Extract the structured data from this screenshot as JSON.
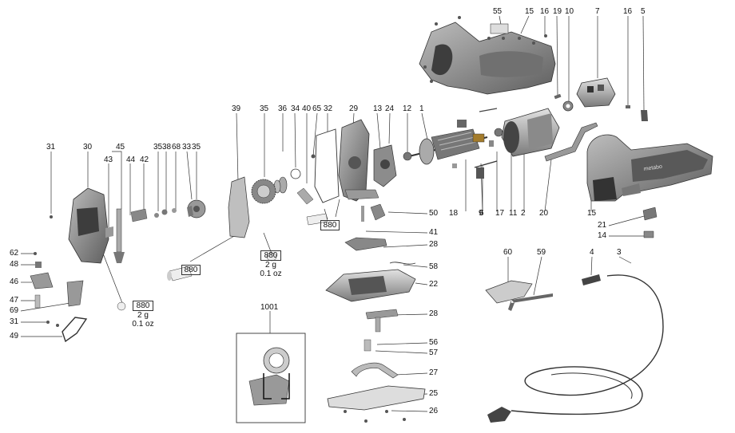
{
  "callouts": [
    {
      "id": "55",
      "label": "55"
    },
    {
      "id": "15a",
      "label": "15"
    },
    {
      "id": "16a",
      "label": "16"
    },
    {
      "id": "19",
      "label": "19"
    },
    {
      "id": "10",
      "label": "10"
    },
    {
      "id": "7",
      "label": "7"
    },
    {
      "id": "16b",
      "label": "16"
    },
    {
      "id": "5",
      "label": "5"
    },
    {
      "id": "39",
      "label": "39"
    },
    {
      "id": "35a",
      "label": "35"
    },
    {
      "id": "36",
      "label": "36"
    },
    {
      "id": "34",
      "label": "34"
    },
    {
      "id": "40",
      "label": "40"
    },
    {
      "id": "65",
      "label": "65"
    },
    {
      "id": "32",
      "label": "32"
    },
    {
      "id": "29",
      "label": "29"
    },
    {
      "id": "13",
      "label": "13"
    },
    {
      "id": "24",
      "label": "24"
    },
    {
      "id": "12",
      "label": "12"
    },
    {
      "id": "1",
      "label": "1"
    },
    {
      "id": "31a",
      "label": "31"
    },
    {
      "id": "30",
      "label": "30"
    },
    {
      "id": "45",
      "label": "45"
    },
    {
      "id": "35b",
      "label": "35"
    },
    {
      "id": "38",
      "label": "38"
    },
    {
      "id": "68",
      "label": "68"
    },
    {
      "id": "33",
      "label": "33"
    },
    {
      "id": "35c",
      "label": "35"
    },
    {
      "id": "43",
      "label": "43"
    },
    {
      "id": "44",
      "label": "44"
    },
    {
      "id": "42",
      "label": "42"
    },
    {
      "id": "6",
      "label": "6"
    },
    {
      "id": "11",
      "label": "11"
    },
    {
      "id": "2",
      "label": "2"
    },
    {
      "id": "18",
      "label": "18"
    },
    {
      "id": "9",
      "label": "9"
    },
    {
      "id": "17",
      "label": "17"
    },
    {
      "id": "20",
      "label": "20"
    },
    {
      "id": "15b",
      "label": "15"
    },
    {
      "id": "21",
      "label": "21"
    },
    {
      "id": "14",
      "label": "14"
    },
    {
      "id": "50",
      "label": "50"
    },
    {
      "id": "41",
      "label": "41"
    },
    {
      "id": "28a",
      "label": "28"
    },
    {
      "id": "58",
      "label": "58"
    },
    {
      "id": "22",
      "label": "22"
    },
    {
      "id": "28b",
      "label": "28"
    },
    {
      "id": "56",
      "label": "56"
    },
    {
      "id": "57",
      "label": "57"
    },
    {
      "id": "27",
      "label": "27"
    },
    {
      "id": "25",
      "label": "25"
    },
    {
      "id": "26",
      "label": "26"
    },
    {
      "id": "62",
      "label": "62"
    },
    {
      "id": "48",
      "label": "48"
    },
    {
      "id": "46",
      "label": "46"
    },
    {
      "id": "47",
      "label": "47"
    },
    {
      "id": "69",
      "label": "69"
    },
    {
      "id": "31b",
      "label": "31"
    },
    {
      "id": "49",
      "label": "49"
    },
    {
      "id": "60",
      "label": "60"
    },
    {
      "id": "59",
      "label": "59"
    },
    {
      "id": "4",
      "label": "4"
    },
    {
      "id": "3",
      "label": "3"
    },
    {
      "id": "1001",
      "label": "1001"
    }
  ],
  "grease_notes": [
    {
      "id": "g1",
      "code": "880",
      "qty": "2 g",
      "qty_oz": "0.1 oz"
    },
    {
      "id": "g2",
      "code": "880",
      "qty": "2 g",
      "qty_oz": "0.1 oz"
    },
    {
      "id": "g3",
      "code": "880"
    },
    {
      "id": "g4",
      "code": "880"
    }
  ],
  "brand_mark": "metabo",
  "colors": {
    "line": "#222222",
    "part": "#9a9a9a",
    "dark": "#4a4a4a",
    "light": "#d4d4d4"
  }
}
